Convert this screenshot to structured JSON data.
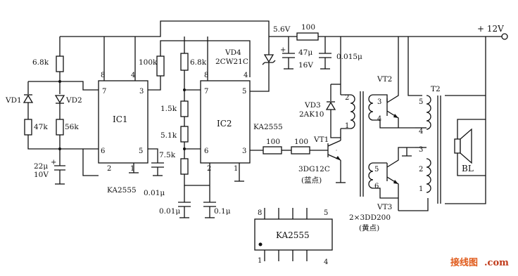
{
  "supply": {
    "plus12": "+ 12V",
    "v5_6": "5.6V"
  },
  "ic1": {
    "name": "IC1",
    "part": "KA2555",
    "pins": {
      "p8": "8",
      "p4": "4",
      "p7": "7",
      "p3": "3",
      "p6": "6",
      "p5": "5",
      "p2": "2",
      "p1": "1"
    }
  },
  "ic2": {
    "name": "IC2",
    "part": "KA2555",
    "pins": {
      "p8": "8",
      "p4": "4",
      "p7": "7",
      "p5": "5",
      "p6": "6",
      "p3": "3",
      "p2": "2",
      "p1": "1"
    }
  },
  "chip": {
    "name": "KA2555",
    "pins": {
      "p8": "8",
      "p5": "5",
      "p1": "1",
      "p4": "4"
    }
  },
  "resistors": {
    "r_6k8_left": "6.8k",
    "r_47k": "47k",
    "r_56k": "56k",
    "r_100k": "100k",
    "r_6k8_right": "6.8k",
    "r_1k5": "1.5k",
    "r_5k1": "5.1k",
    "r_7k5": "7.5k",
    "r_100_top": "100",
    "r_100_a": "100",
    "r_100_b": "100"
  },
  "capacitors": {
    "c_22u": "22μ",
    "c_22u_v": "10V",
    "c_47u": "47μ",
    "c_47u_v": "16V",
    "c_0015": "0.015μ",
    "c_001_ic1": "0.01μ",
    "c_001_ic2": "0.01μ",
    "c_01_ic2": "0.1μ"
  },
  "semis": {
    "vd1": "VD1",
    "vd2": "VD2",
    "vd3": "VD3",
    "vd3_part": "2AK10",
    "vd4": "VD4",
    "vd4_part": "2CW21C",
    "vt1": "VT1",
    "vt1_part": "3DG12C",
    "vt1_note": "(蓝点)",
    "vt2": "VT2",
    "vt3": "VT3",
    "vt3_part": "2×3DD200",
    "vt3_note": "(黄点)"
  },
  "transformers": {
    "t1_pins": [
      "2",
      "1",
      "3",
      "4",
      "5",
      "6"
    ],
    "t2": "T2",
    "t2_pins": [
      "5",
      "4",
      "3",
      "2",
      "1"
    ]
  },
  "speaker": {
    "name": "BL"
  },
  "watermark": {
    "cn": "接线图",
    "url": ".com"
  }
}
